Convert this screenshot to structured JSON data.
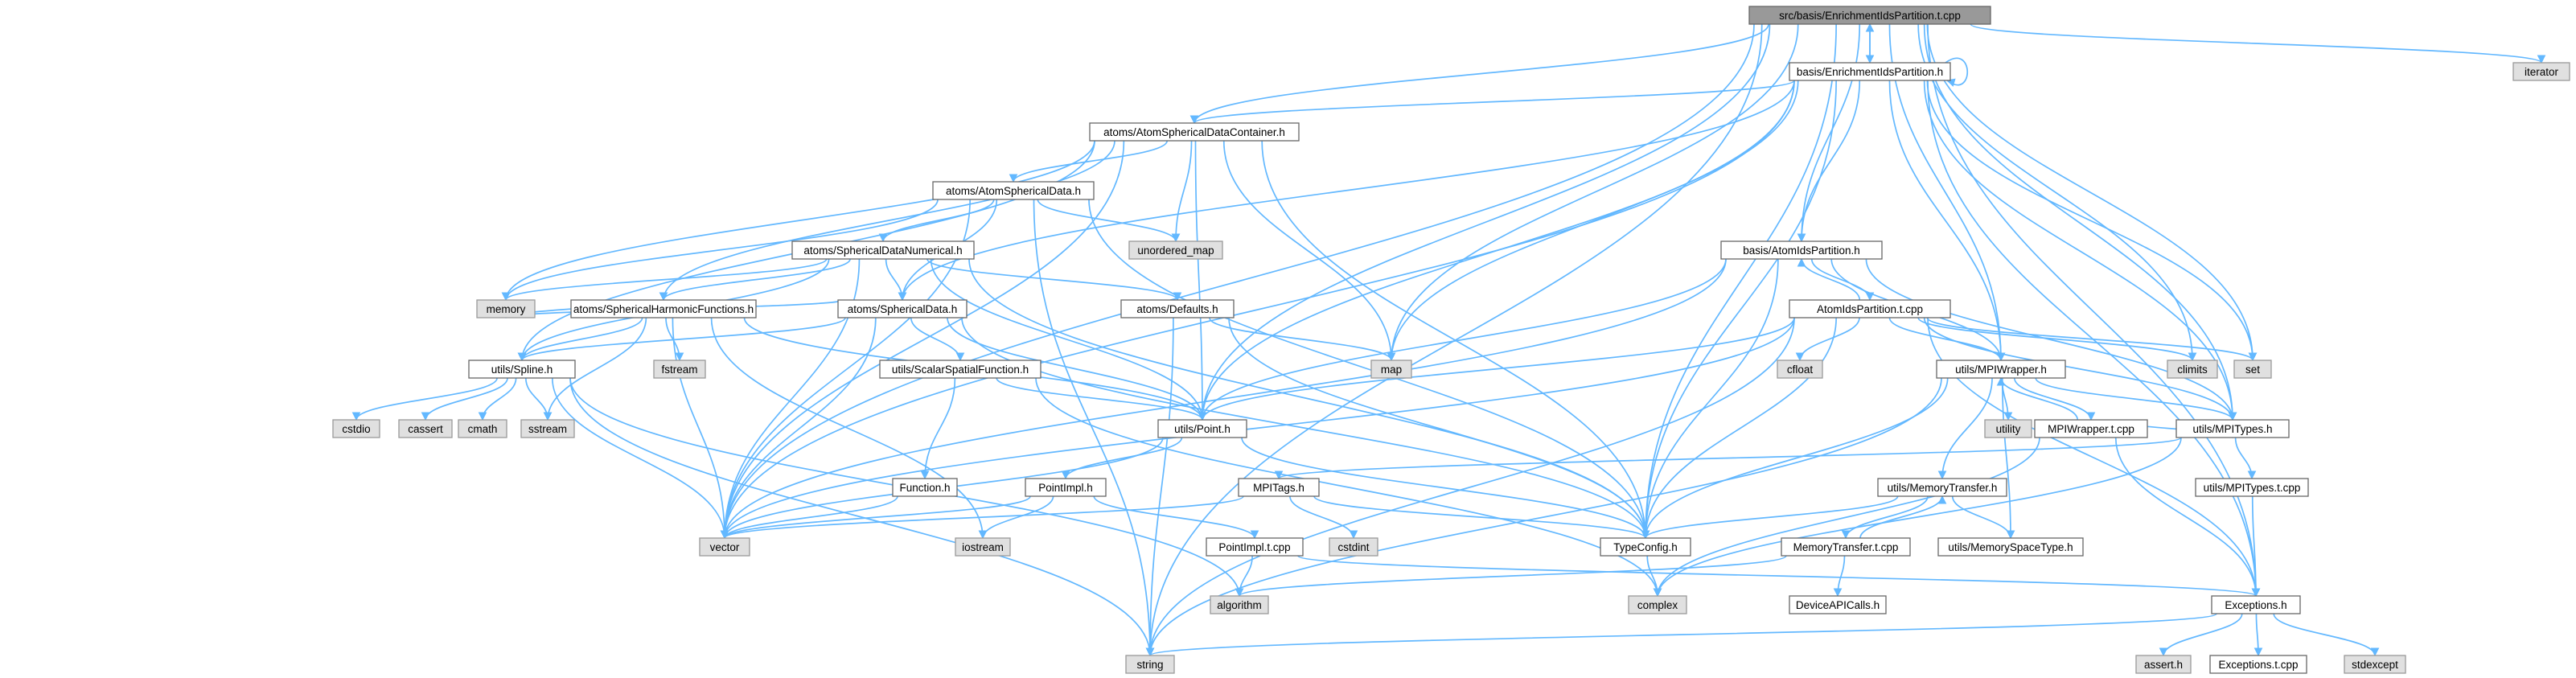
{
  "diagram": {
    "title": "src/basis/EnrichmentIdsPartition.t.cpp",
    "colors": {
      "root_fill": "#999999",
      "root_stroke": "#666666",
      "file_fill": "#ffffff",
      "file_stroke": "#666666",
      "system_fill": "#e0e0e0",
      "system_stroke": "#999999",
      "edge": "#63b8ff"
    },
    "nodes": [
      {
        "id": "n0",
        "label": "src/basis/EnrichmentIdsPartition.t.cpp",
        "kind": "root"
      },
      {
        "id": "n1",
        "label": "basis/EnrichmentIdsPartition.h",
        "kind": "file"
      },
      {
        "id": "n2",
        "label": "atoms/AtomSphericalDataContainer.h",
        "kind": "file"
      },
      {
        "id": "n3",
        "label": "atoms/AtomSphericalData.h",
        "kind": "file"
      },
      {
        "id": "n4",
        "label": "atoms/SphericalDataNumerical.h",
        "kind": "file"
      },
      {
        "id": "n5",
        "label": "atoms/SphericalHarmonicFunctions.h",
        "kind": "file"
      },
      {
        "id": "n6",
        "label": "atoms/SphericalData.h",
        "kind": "file"
      },
      {
        "id": "n7",
        "label": "atoms/Defaults.h",
        "kind": "file"
      },
      {
        "id": "n8",
        "label": "utils/Spline.h",
        "kind": "file"
      },
      {
        "id": "n9",
        "label": "utils/ScalarSpatialFunction.h",
        "kind": "file"
      },
      {
        "id": "n10",
        "label": "utils/Point.h",
        "kind": "file"
      },
      {
        "id": "n11",
        "label": "Function.h",
        "kind": "file"
      },
      {
        "id": "n12",
        "label": "PointImpl.h",
        "kind": "file"
      },
      {
        "id": "n13",
        "label": "PointImpl.t.cpp",
        "kind": "file"
      },
      {
        "id": "n14",
        "label": "basis/AtomIdsPartition.h",
        "kind": "file"
      },
      {
        "id": "n15",
        "label": "AtomIdsPartition.t.cpp",
        "kind": "file"
      },
      {
        "id": "n16",
        "label": "utils/MPIWrapper.h",
        "kind": "file"
      },
      {
        "id": "n17",
        "label": "MPIWrapper.t.cpp",
        "kind": "file"
      },
      {
        "id": "n18",
        "label": "utils/MPITypes.h",
        "kind": "file"
      },
      {
        "id": "n19",
        "label": "utils/MPITypes.t.cpp",
        "kind": "file"
      },
      {
        "id": "n20",
        "label": "MPITags.h",
        "kind": "file"
      },
      {
        "id": "n21",
        "label": "utils/MemoryTransfer.h",
        "kind": "file"
      },
      {
        "id": "n22",
        "label": "MemoryTransfer.t.cpp",
        "kind": "file"
      },
      {
        "id": "n23",
        "label": "utils/MemorySpaceType.h",
        "kind": "file"
      },
      {
        "id": "n24",
        "label": "TypeConfig.h",
        "kind": "file"
      },
      {
        "id": "n25",
        "label": "DeviceAPICalls.h",
        "kind": "file"
      },
      {
        "id": "n26",
        "label": "Exceptions.h",
        "kind": "file"
      },
      {
        "id": "n27",
        "label": "Exceptions.t.cpp",
        "kind": "file"
      },
      {
        "id": "s_iterator",
        "label": "iterator",
        "kind": "system"
      },
      {
        "id": "s_climits",
        "label": "climits",
        "kind": "system"
      },
      {
        "id": "s_set",
        "label": "set",
        "kind": "system"
      },
      {
        "id": "s_map",
        "label": "map",
        "kind": "system"
      },
      {
        "id": "s_unordered_map",
        "label": "unordered_map",
        "kind": "system"
      },
      {
        "id": "s_memory",
        "label": "memory",
        "kind": "system"
      },
      {
        "id": "s_fstream",
        "label": "fstream",
        "kind": "system"
      },
      {
        "id": "s_sstream",
        "label": "sstream",
        "kind": "system"
      },
      {
        "id": "s_cstdio",
        "label": "cstdio",
        "kind": "system"
      },
      {
        "id": "s_cassert",
        "label": "cassert",
        "kind": "system"
      },
      {
        "id": "s_cmath",
        "label": "cmath",
        "kind": "system"
      },
      {
        "id": "s_cfloat",
        "label": "cfloat",
        "kind": "system"
      },
      {
        "id": "s_utility",
        "label": "utility",
        "kind": "system"
      },
      {
        "id": "s_cstdint",
        "label": "cstdint",
        "kind": "system"
      },
      {
        "id": "s_vector",
        "label": "vector",
        "kind": "system"
      },
      {
        "id": "s_iostream",
        "label": "iostream",
        "kind": "system"
      },
      {
        "id": "s_algorithm",
        "label": "algorithm",
        "kind": "system"
      },
      {
        "id": "s_complex",
        "label": "complex",
        "kind": "system"
      },
      {
        "id": "s_string",
        "label": "string",
        "kind": "system"
      },
      {
        "id": "s_assert",
        "label": "assert.h",
        "kind": "system"
      },
      {
        "id": "s_stdexcept",
        "label": "stdexcept",
        "kind": "system"
      }
    ],
    "edges": [
      [
        "n0",
        "n1"
      ],
      [
        "n0",
        "n2"
      ],
      [
        "n0",
        "n14"
      ],
      [
        "n0",
        "n16"
      ],
      [
        "n0",
        "n18"
      ],
      [
        "n0",
        "n24"
      ],
      [
        "n0",
        "n26"
      ],
      [
        "n0",
        "n10"
      ],
      [
        "n0",
        "s_iterator"
      ],
      [
        "n0",
        "s_climits"
      ],
      [
        "n0",
        "s_set"
      ],
      [
        "n0",
        "s_map"
      ],
      [
        "n0",
        "s_vector"
      ],
      [
        "n0",
        "s_string"
      ],
      [
        "n1",
        "n0"
      ],
      [
        "n1",
        "n1"
      ],
      [
        "n1",
        "n2"
      ],
      [
        "n1",
        "n14"
      ],
      [
        "n1",
        "n16"
      ],
      [
        "n1",
        "n18"
      ],
      [
        "n1",
        "n24"
      ],
      [
        "n1",
        "n26"
      ],
      [
        "n1",
        "n10"
      ],
      [
        "n1",
        "n6"
      ],
      [
        "n1",
        "s_set"
      ],
      [
        "n1",
        "s_map"
      ],
      [
        "n1",
        "s_vector"
      ],
      [
        "n2",
        "n3"
      ],
      [
        "n2",
        "n5"
      ],
      [
        "n2",
        "n8"
      ],
      [
        "n2",
        "n10"
      ],
      [
        "n2",
        "n24"
      ],
      [
        "n2",
        "s_unordered_map"
      ],
      [
        "n2",
        "s_map"
      ],
      [
        "n2",
        "s_memory"
      ],
      [
        "n2",
        "s_vector"
      ],
      [
        "n3",
        "n4"
      ],
      [
        "n3",
        "n6"
      ],
      [
        "n3",
        "n24"
      ],
      [
        "n3",
        "s_unordered_map"
      ],
      [
        "n3",
        "s_memory"
      ],
      [
        "n3",
        "s_vector"
      ],
      [
        "n3",
        "s_string"
      ],
      [
        "n4",
        "n5"
      ],
      [
        "n4",
        "n6"
      ],
      [
        "n4",
        "n7"
      ],
      [
        "n4",
        "n8"
      ],
      [
        "n4",
        "n10"
      ],
      [
        "n4",
        "n24"
      ],
      [
        "n4",
        "s_memory"
      ],
      [
        "n4",
        "s_vector"
      ],
      [
        "n5",
        "n8"
      ],
      [
        "n5",
        "n10"
      ],
      [
        "n5",
        "s_memory"
      ],
      [
        "n5",
        "s_fstream"
      ],
      [
        "n5",
        "s_sstream"
      ],
      [
        "n5",
        "s_vector"
      ],
      [
        "n5",
        "s_iostream"
      ],
      [
        "n6",
        "n8"
      ],
      [
        "n6",
        "n9"
      ],
      [
        "n6",
        "n10"
      ],
      [
        "n6",
        "n24"
      ],
      [
        "n6",
        "s_memory"
      ],
      [
        "n6",
        "s_vector"
      ],
      [
        "n7",
        "n24"
      ],
      [
        "n7",
        "s_map"
      ],
      [
        "n7",
        "s_string"
      ],
      [
        "n8",
        "s_cstdio"
      ],
      [
        "n8",
        "s_cassert"
      ],
      [
        "n8",
        "s_cmath"
      ],
      [
        "n8",
        "s_sstream"
      ],
      [
        "n8",
        "s_vector"
      ],
      [
        "n8",
        "s_algorithm"
      ],
      [
        "n8",
        "s_string"
      ],
      [
        "n9",
        "n11"
      ],
      [
        "n9",
        "n10"
      ],
      [
        "n9",
        "s_complex"
      ],
      [
        "n10",
        "n12"
      ],
      [
        "n10",
        "n24"
      ],
      [
        "n10",
        "s_vector"
      ],
      [
        "n11",
        "s_vector"
      ],
      [
        "n12",
        "n13"
      ],
      [
        "n12",
        "s_iostream"
      ],
      [
        "n12",
        "s_vector"
      ],
      [
        "n13",
        "n26"
      ],
      [
        "n13",
        "s_algorithm"
      ],
      [
        "n14",
        "n15"
      ],
      [
        "n14",
        "n16"
      ],
      [
        "n14",
        "n18"
      ],
      [
        "n14",
        "n24"
      ],
      [
        "n14",
        "n10"
      ],
      [
        "n14",
        "s_vector"
      ],
      [
        "n15",
        "n14"
      ],
      [
        "n15",
        "n16"
      ],
      [
        "n15",
        "n18"
      ],
      [
        "n15",
        "n24"
      ],
      [
        "n15",
        "n26"
      ],
      [
        "n15",
        "n10"
      ],
      [
        "n15",
        "s_cfloat"
      ],
      [
        "n15",
        "s_climits"
      ],
      [
        "n15",
        "s_set"
      ],
      [
        "n15",
        "s_vector"
      ],
      [
        "n15",
        "s_string"
      ],
      [
        "n16",
        "n17"
      ],
      [
        "n16",
        "n18"
      ],
      [
        "n16",
        "n21"
      ],
      [
        "n16",
        "n23"
      ],
      [
        "n16",
        "n24"
      ],
      [
        "n16",
        "s_utility"
      ],
      [
        "n16",
        "s_string"
      ],
      [
        "n17",
        "n16"
      ],
      [
        "n17",
        "n18"
      ],
      [
        "n17",
        "n26"
      ],
      [
        "n17",
        "s_complex"
      ],
      [
        "n18",
        "n19"
      ],
      [
        "n18",
        "n20"
      ],
      [
        "n18",
        "s_complex"
      ],
      [
        "n19",
        "n26"
      ],
      [
        "n20",
        "n24"
      ],
      [
        "n20",
        "s_cstdint"
      ],
      [
        "n20",
        "s_vector"
      ],
      [
        "n21",
        "n22"
      ],
      [
        "n21",
        "n23"
      ],
      [
        "n21",
        "n24"
      ],
      [
        "n22",
        "n21"
      ],
      [
        "n22",
        "n25"
      ],
      [
        "n22",
        "s_algorithm"
      ],
      [
        "n24",
        "s_complex"
      ],
      [
        "n26",
        "n27"
      ],
      [
        "n26",
        "s_assert"
      ],
      [
        "n26",
        "s_stdexcept"
      ],
      [
        "n26",
        "s_string"
      ]
    ]
  }
}
